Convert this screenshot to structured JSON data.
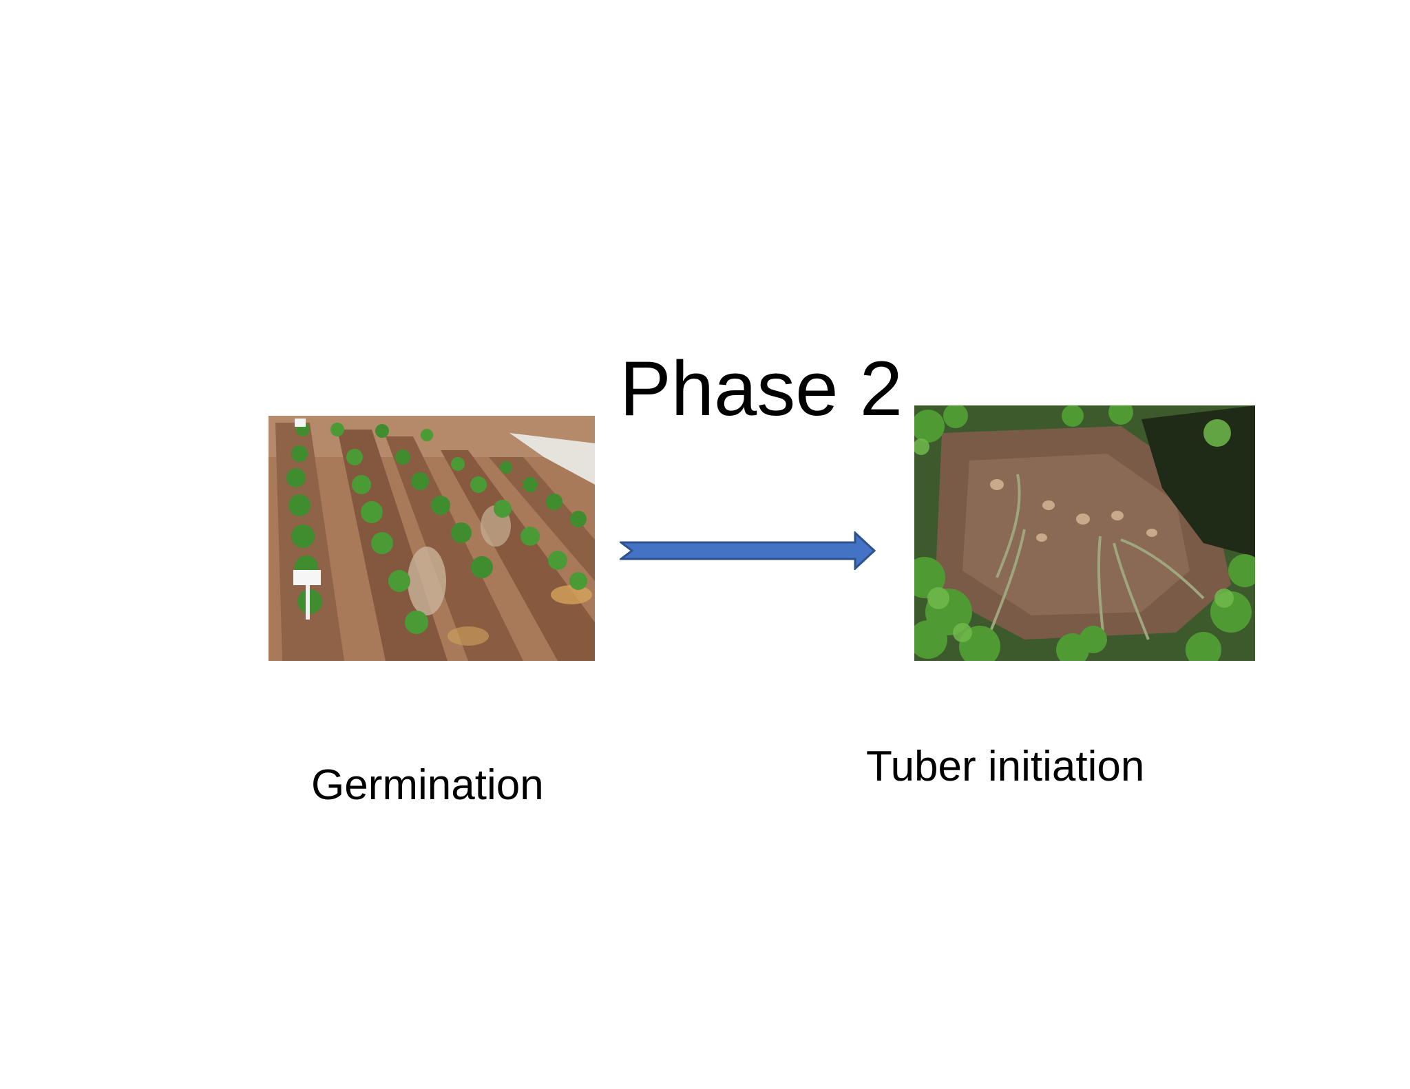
{
  "slide": {
    "title": "Phase 2",
    "stages": [
      {
        "label": "Germination",
        "image": "potato-field-rows-photo"
      },
      {
        "label": "Tuber initiation",
        "image": "tuber-soil-photo"
      }
    ],
    "connector": {
      "icon": "right-arrow-icon",
      "color": "#4472c4",
      "outline": "#2f528f"
    }
  }
}
